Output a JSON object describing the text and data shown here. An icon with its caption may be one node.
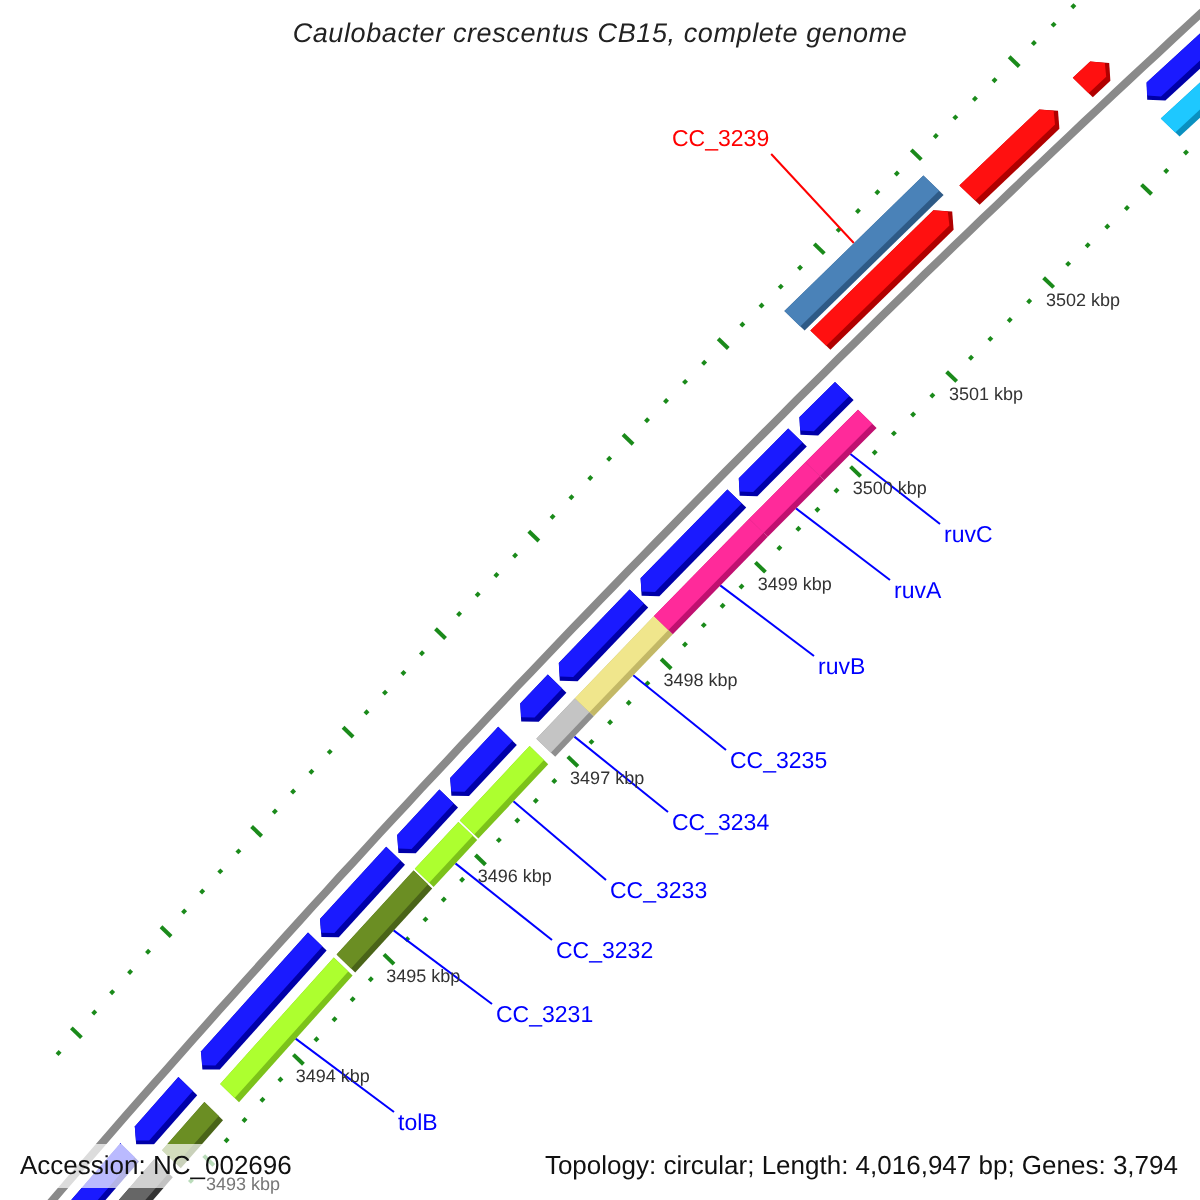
{
  "diagram": {
    "title": "Caulobacter crescentus CB15, complete genome",
    "nodes": [
      {
        "text": [
          "CC_3239"
        ]
      },
      {
        "text": [
          "ruvC"
        ]
      },
      {
        "text": [
          "ruvA"
        ]
      },
      {
        "text": [
          "ruvB"
        ]
      },
      {
        "text": [
          "CC_3235"
        ]
      },
      {
        "text": [
          "CC_3234"
        ]
      },
      {
        "text": [
          "CC_3233"
        ]
      },
      {
        "text": [
          "CC_3232"
        ]
      },
      {
        "text": [
          "CC_3231"
        ]
      },
      {
        "text": [
          "tolB"
        ]
      },
      {
        "text": [],
        "shape": "bar"
      },
      {
        "text": [],
        "shape": "bar"
      },
      {
        "text": [],
        "shape": "bar"
      },
      {
        "text": [],
        "shape": "bar"
      },
      {
        "text": [],
        "shape": "bar"
      },
      {
        "text": [],
        "shape": "bar"
      },
      {
        "text": [],
        "shape": "bar"
      },
      {
        "text": [],
        "shape": "bar"
      },
      {
        "text": [],
        "shape": "bar"
      },
      {
        "text": [],
        "shape": "bar"
      }
    ],
    "edges": [
      {
        "from": 0,
        "to": 19,
        "arrow": "none",
        "color": "#ff0000"
      },
      {
        "from": 1,
        "to": 18,
        "arrow": "none"
      },
      {
        "from": 2,
        "to": 17,
        "arrow": "none"
      },
      {
        "from": 3,
        "to": 16,
        "arrow": "none"
      },
      {
        "from": 4,
        "to": 15,
        "arrow": "none"
      },
      {
        "from": 5,
        "to": 14,
        "arrow": "none"
      },
      {
        "from": 6,
        "to": 13,
        "arrow": "none"
      },
      {
        "from": 7,
        "to": 12,
        "arrow": "none"
      },
      {
        "from": 8,
        "to": 11,
        "arrow": "none"
      },
      {
        "from": 9,
        "to": 10,
        "arrow": "none"
      }
    ],
    "labels": [
      "3502 kbp",
      "3501 kbp",
      "3500 kbp",
      "3499 kbp",
      "3498 kbp",
      "3497 kbp",
      "3496 kbp",
      "3495 kbp",
      "3494 kbp",
      "3493 kbp",
      "Accession: NC_002696",
      "Topology: circular; Length: 4,016,947 bp; Genes: 3,794"
    ]
  }
}
